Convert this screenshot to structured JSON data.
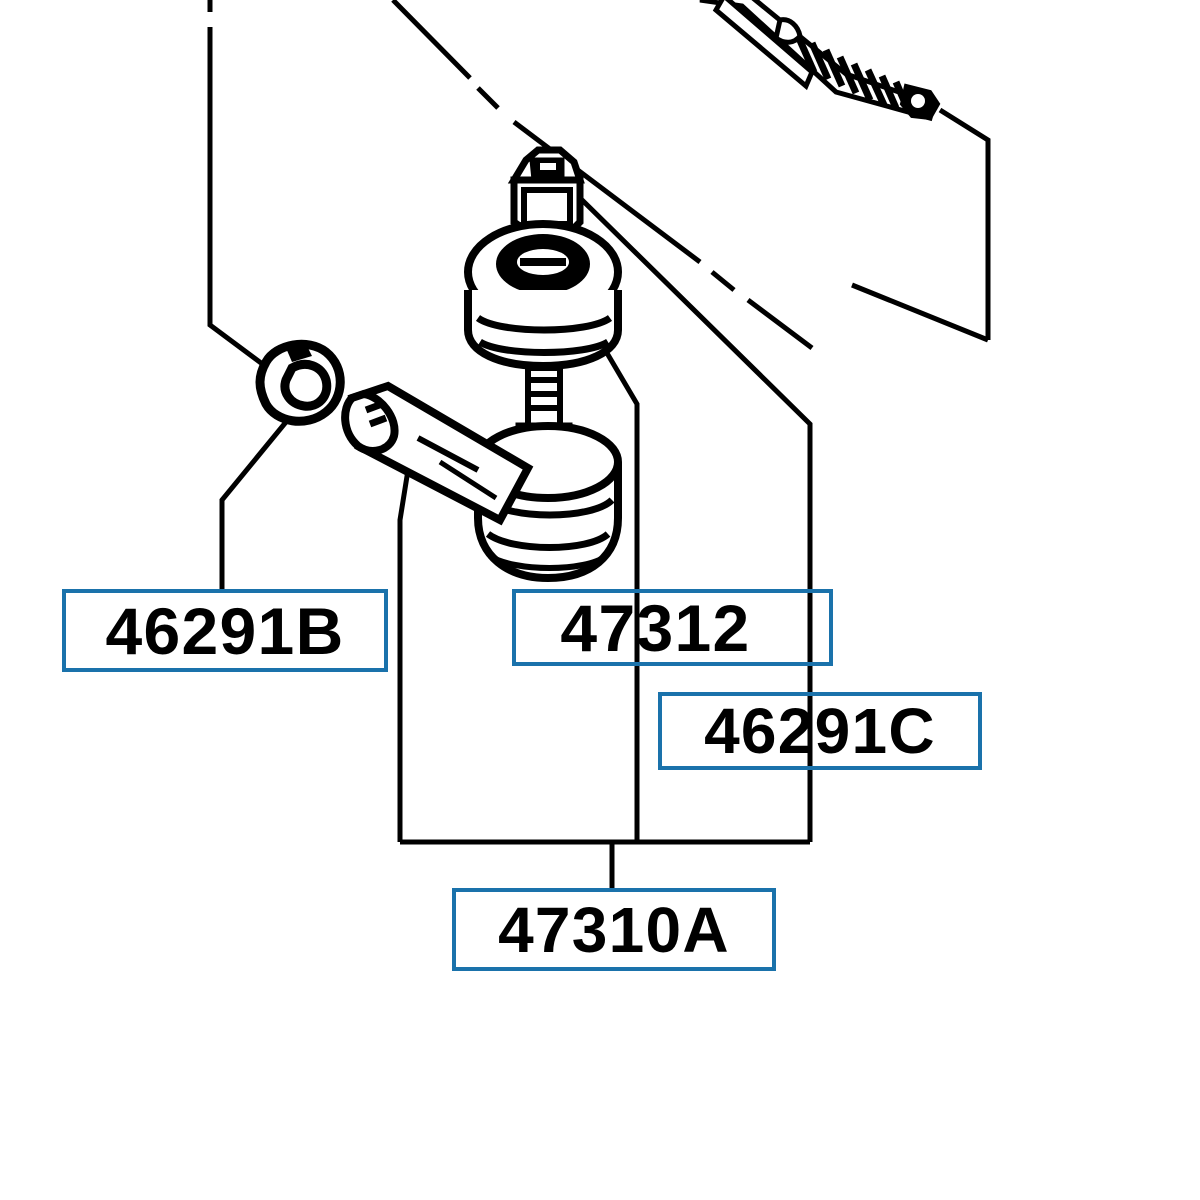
{
  "diagram": {
    "title": "Steering tie rod end assembly exploded parts diagram",
    "background_color": "#ffffff",
    "line_color": "#000000",
    "callout_border_color": "#1a72ab",
    "callout_text_color": "#000000"
  },
  "callouts": [
    {
      "code": "46291B",
      "name": "callout-46291B",
      "part": "lock-nut"
    },
    {
      "code": "47312",
      "name": "callout-47312",
      "part": "ball-joint-dust-cover"
    },
    {
      "code": "46291C",
      "name": "callout-46291C",
      "part": "castle-nut"
    },
    {
      "code": "47310A",
      "name": "callout-47310A",
      "part": "tie-rod-end-assembly"
    }
  ],
  "parts": [
    {
      "id": "hex-nut",
      "label": "hex nut"
    },
    {
      "id": "dust-boot",
      "label": "ball joint dust boot"
    },
    {
      "id": "tie-rod-end-body",
      "label": "tie rod end body"
    },
    {
      "id": "ball-stud",
      "label": "threaded ball stud"
    },
    {
      "id": "lock-nut",
      "label": "lock nut"
    },
    {
      "id": "rack-rod-thread",
      "label": "threaded rack rod end"
    }
  ]
}
